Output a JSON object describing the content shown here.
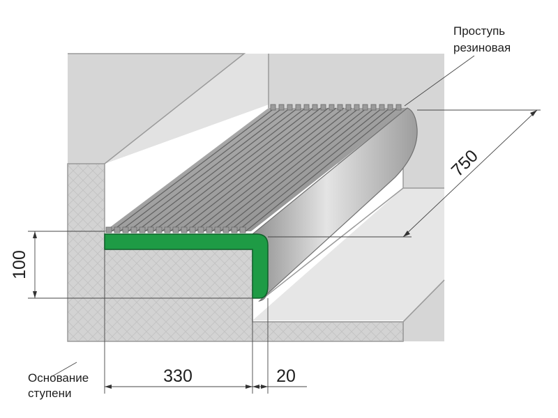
{
  "labels": {
    "tread_title_line1": "Проступь",
    "tread_title_line2": "резиновая",
    "base_line1": "Основание",
    "base_line2": "ступени"
  },
  "dimensions": {
    "height": "100",
    "depth": "330",
    "overhang": "20",
    "length": "750"
  },
  "colors": {
    "concrete": "#d9d9d9",
    "concrete_dark": "#c4c4c4",
    "profile_green": "#1e9b45",
    "rubber": "#a6a6a6",
    "line": "#3c3c3c"
  }
}
